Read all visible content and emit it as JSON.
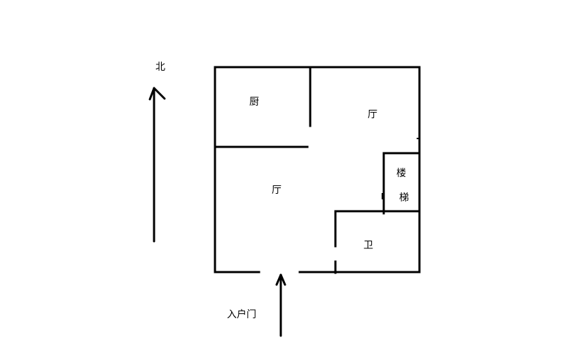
{
  "labels": {
    "north": "北",
    "kitchen": "厨",
    "hall_northeast": "厅",
    "hall_main": "厅",
    "stairs_top": "楼",
    "stairs_bottom": "梯",
    "bathroom": "卫",
    "entry_door": "入户门"
  },
  "colors": {
    "line": "#000000",
    "background": "#ffffff"
  },
  "icons": {
    "north_arrow": "arrow-up-icon",
    "entry_arrow": "arrow-up-icon"
  }
}
